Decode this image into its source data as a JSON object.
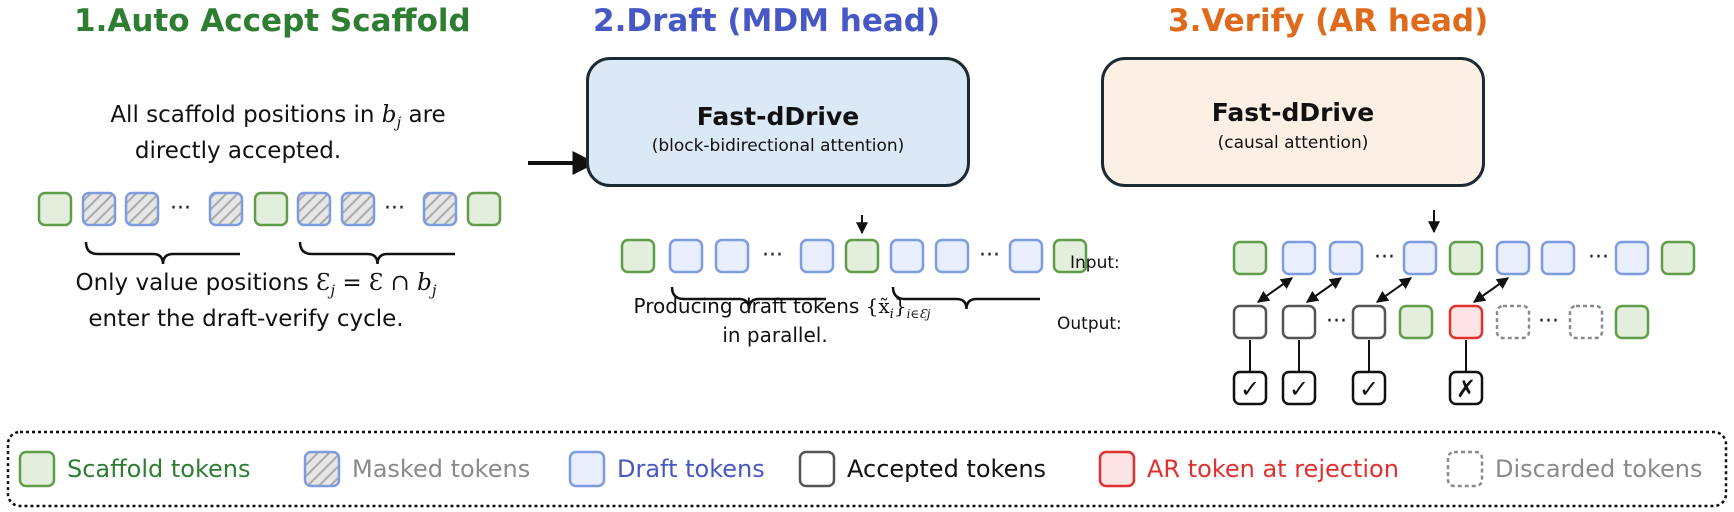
{
  "colors": {
    "green": "#2e7d32",
    "blue": "#4758c4",
    "orange": "#e06a1b",
    "red": "#e03030",
    "gray_text": "#8a8a8a",
    "scaffold_fill": "#e3efdc",
    "scaffold_stroke": "#5f9d4a",
    "draft_fill": "#e8eefb",
    "draft_stroke": "#7d9ce0",
    "mdm_box": "#dbe8f5",
    "ar_box": "#fcefe3"
  },
  "stage1": {
    "title": "1.Auto Accept Scaffold",
    "line1_a": "All scaffold positions in ",
    "line1_var": "b",
    "line1_sub": "j",
    "line1_b": " are",
    "line2": "directly accepted.",
    "line3_a": "Only value positions ",
    "line3_math": "Ɛ",
    "line3_math_sub": "j",
    "line3_eq": " = Ɛ ∩ ",
    "line3_var": "b",
    "line3_var_sub": "j",
    "line4": "enter the draft-verify cycle."
  },
  "stage2": {
    "title": "2.Draft (MDM head)",
    "box_name": "Fast-dDrive",
    "box_sub": "(block-bidirectional attention)",
    "caption1_a": "Producing draft tokens ",
    "caption1_math": "{x̃",
    "caption1_math_sub": "i",
    "caption1_math_close": "}",
    "caption1_math_sub2": "i∈Ɛj",
    "caption2": "in parallel."
  },
  "stage3": {
    "title": "3.Verify (AR head)",
    "box_name": "Fast-dDrive",
    "box_sub": "(causal attention)",
    "input_label": "Input:",
    "output_label": "Output:",
    "check_mark": "✓",
    "reject_mark": "✗"
  },
  "ellipsis": "···",
  "legend": {
    "items": [
      {
        "label": "Scaffold tokens",
        "kind": "scaffold",
        "color": "#2e7d32"
      },
      {
        "label": "Masked tokens",
        "kind": "masked",
        "color": "#8a8a8a"
      },
      {
        "label": "Draft tokens",
        "kind": "draft",
        "color": "#4758c4"
      },
      {
        "label": "Accepted tokens",
        "kind": "accepted",
        "color": "#111111"
      },
      {
        "label": "AR token at rejection",
        "kind": "rejection",
        "color": "#e03030"
      },
      {
        "label": "Discarded tokens",
        "kind": "discarded",
        "color": "#8a8a8a"
      }
    ]
  }
}
